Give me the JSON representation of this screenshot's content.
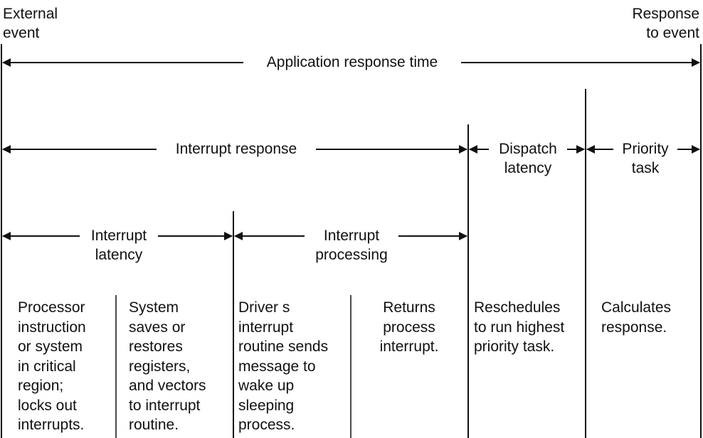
{
  "endpoints": {
    "start": "External\nevent",
    "end": "Response\nto event"
  },
  "spans": {
    "application": "Application response time",
    "interrupt_response": "Interrupt response",
    "dispatch": "Dispatch\nlatency",
    "priority_task": "Priority\ntask",
    "interrupt_latency": "Interrupt\nlatency",
    "interrupt_processing": "Interrupt\nprocessing"
  },
  "descriptions": {
    "processor": "Processor\ninstruction\nor system\nin critical\nregion;\nlocks out\ninterrupts.",
    "system": "System\nsaves or\nrestores\nregisters,\nand vectors\nto interrupt\nroutine.",
    "driver": "Driver s\ninterrupt\nroutine sends\nmessage to\nwake up\nsleeping\nprocess.",
    "returns": "Returns\nprocess\ninterrupt.",
    "reschedules": "Reschedules\nto run highest\npriority task.",
    "calculates": "Calculates\nresponse."
  }
}
